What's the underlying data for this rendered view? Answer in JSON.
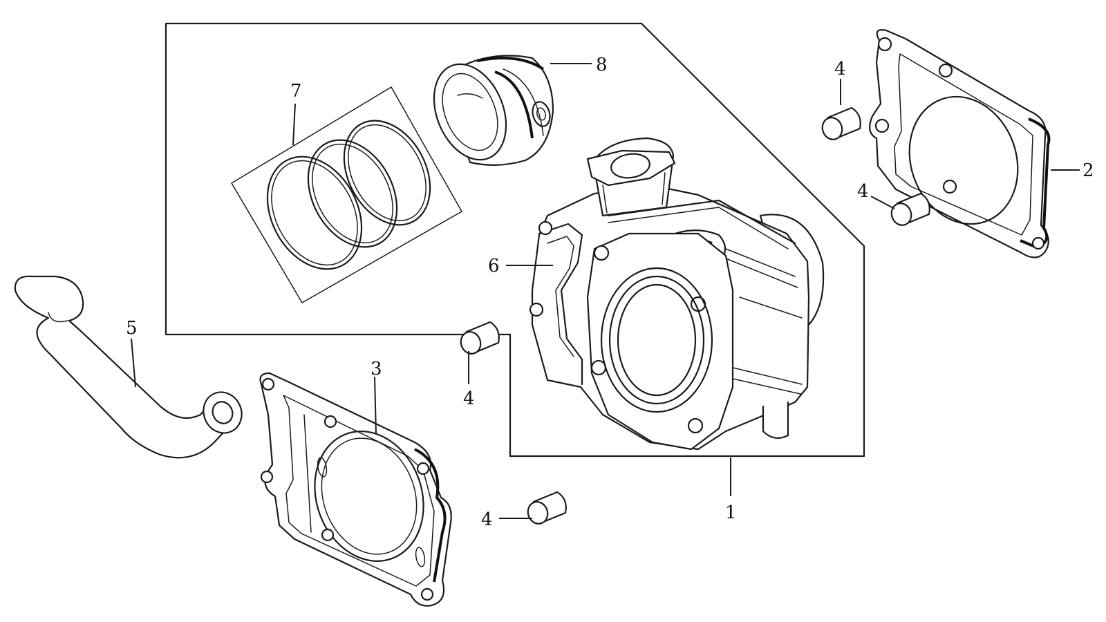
{
  "callouts": [
    {
      "id": "c1",
      "label": "1"
    },
    {
      "id": "c2",
      "label": "2"
    },
    {
      "id": "c3",
      "label": "3"
    },
    {
      "id": "c4a",
      "label": "4"
    },
    {
      "id": "c4b",
      "label": "4"
    },
    {
      "id": "c4c",
      "label": "4"
    },
    {
      "id": "c4d",
      "label": "4"
    },
    {
      "id": "c5",
      "label": "5"
    },
    {
      "id": "c6",
      "label": "6"
    },
    {
      "id": "c7",
      "label": "7"
    },
    {
      "id": "c8",
      "label": "8"
    }
  ],
  "colors": {
    "ink": "#1a1a1a",
    "paper": "#ffffff"
  }
}
